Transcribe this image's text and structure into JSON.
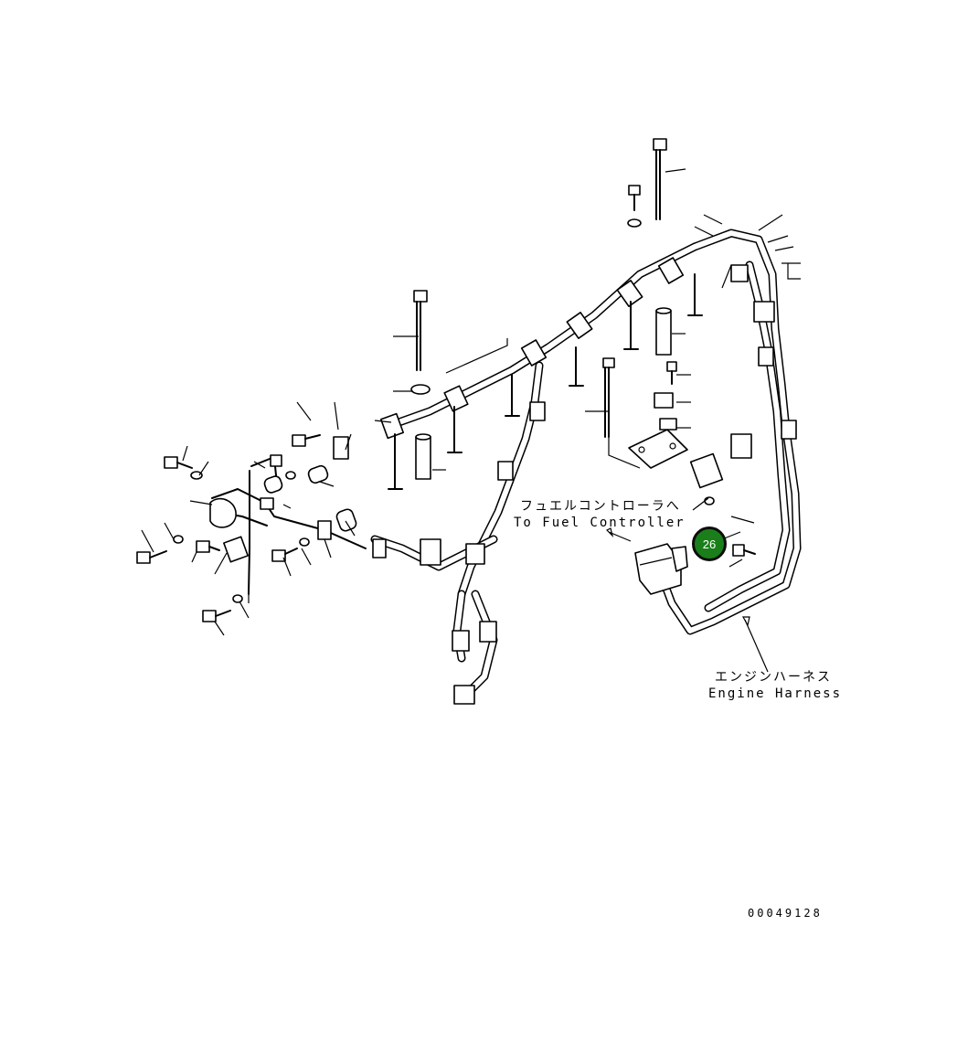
{
  "labels": {
    "fuel_controller_jp": "フュエルコントローラへ",
    "fuel_controller_en": "To Fuel Controller",
    "engine_harness_jp": "エンジンハーネス",
    "engine_harness_en": "Engine Harness",
    "drawing_number": "00049128"
  },
  "callout": {
    "number": "26",
    "color": "#1a7f1a"
  }
}
